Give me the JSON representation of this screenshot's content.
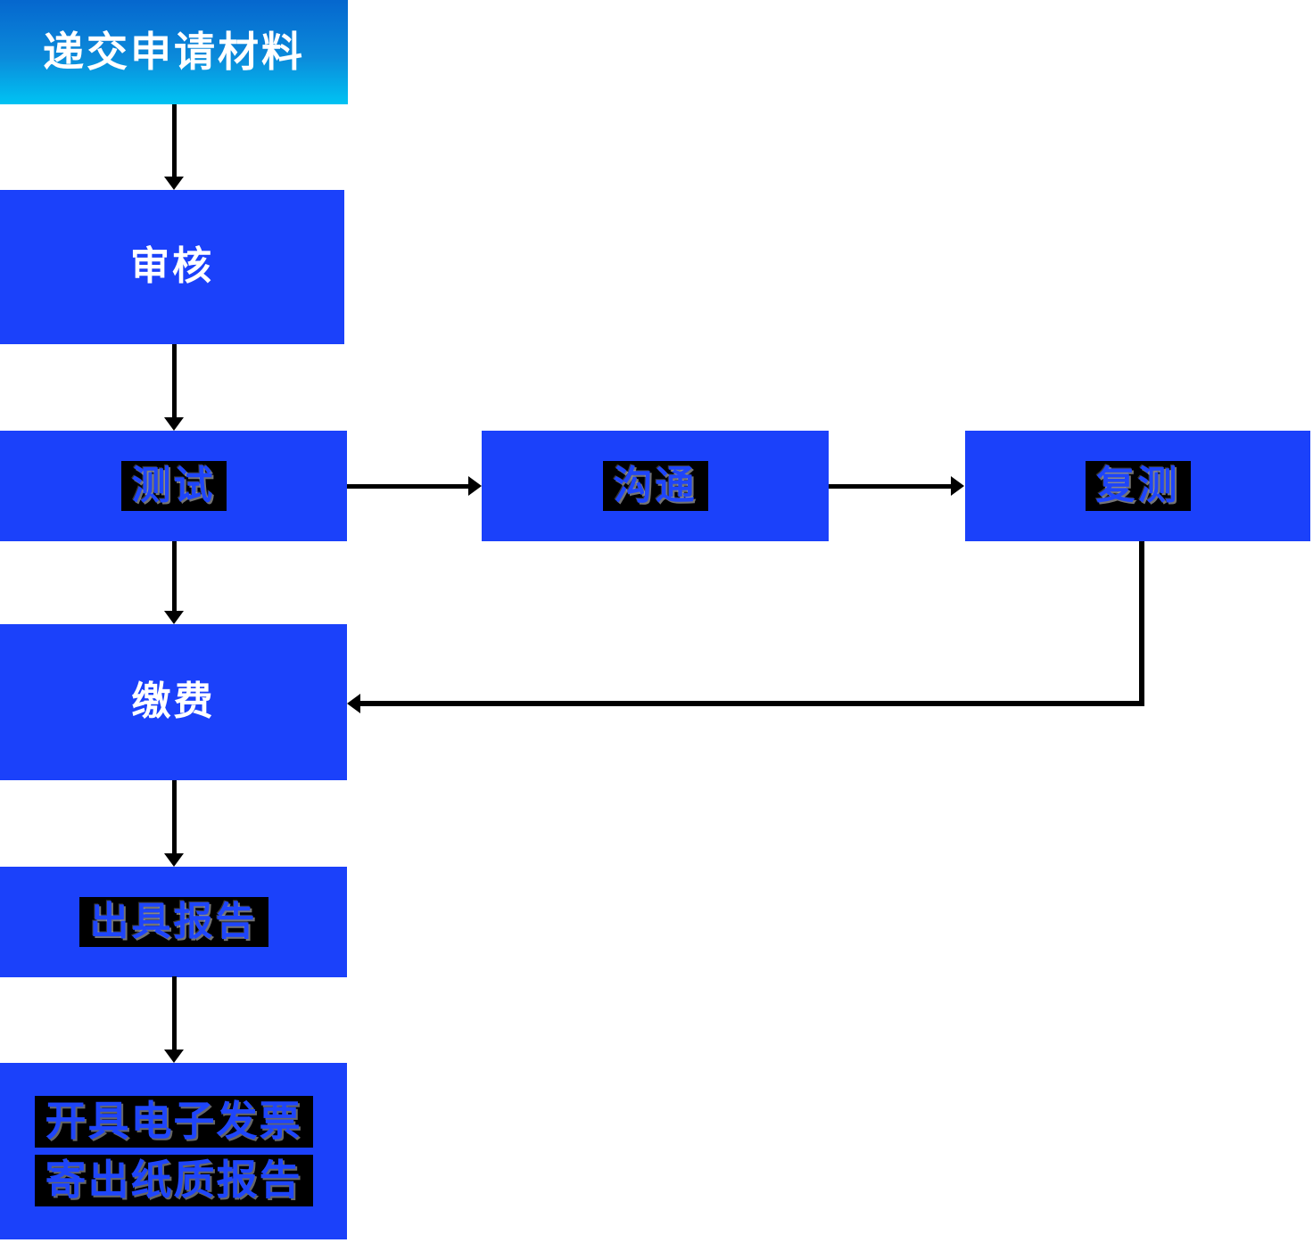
{
  "diagram": {
    "type": "flowchart",
    "nodes": [
      {
        "id": "submit",
        "label": "递交申请材料",
        "shape": "rect-gradient",
        "text_style": "white"
      },
      {
        "id": "review",
        "label": "审核",
        "shape": "rect-blue",
        "text_style": "white"
      },
      {
        "id": "test",
        "label": "测试",
        "shape": "rect-blue",
        "text_style": "knockout-black-highlight"
      },
      {
        "id": "communicate",
        "label": "沟通",
        "shape": "rect-blue",
        "text_style": "knockout-black-highlight"
      },
      {
        "id": "retest",
        "label": "复测",
        "shape": "rect-blue",
        "text_style": "knockout-black-highlight"
      },
      {
        "id": "pay",
        "label": "缴费",
        "shape": "rect-blue",
        "text_style": "white"
      },
      {
        "id": "report",
        "label": "出具报告",
        "shape": "rect-blue",
        "text_style": "knockout-black-highlight"
      },
      {
        "id": "invoice",
        "label": "开具电子发票 寄出纸质报告",
        "line1": "开具电子发票",
        "line2": "寄出纸质报告",
        "shape": "rect-blue",
        "text_style": "knockout-black-highlight"
      }
    ],
    "edges": [
      {
        "from": "submit",
        "to": "review",
        "style": "straight-down"
      },
      {
        "from": "review",
        "to": "test",
        "style": "straight-down"
      },
      {
        "from": "test",
        "to": "communicate",
        "style": "straight-right"
      },
      {
        "from": "communicate",
        "to": "retest",
        "style": "straight-right"
      },
      {
        "from": "test",
        "to": "pay",
        "style": "straight-down"
      },
      {
        "from": "retest",
        "to": "pay",
        "style": "elbow-down-left"
      },
      {
        "from": "pay",
        "to": "report",
        "style": "straight-down"
      },
      {
        "from": "report",
        "to": "invoice",
        "style": "straight-down"
      }
    ],
    "colors": {
      "box_blue": "#1b41fa",
      "gradient_top": "#0567ce",
      "gradient_bottom": "#00c3f3",
      "connector": "#000000",
      "label_white": "#ffffff",
      "knockout_highlight": "#000000",
      "knockout_glyph": "#1e45fb"
    }
  }
}
